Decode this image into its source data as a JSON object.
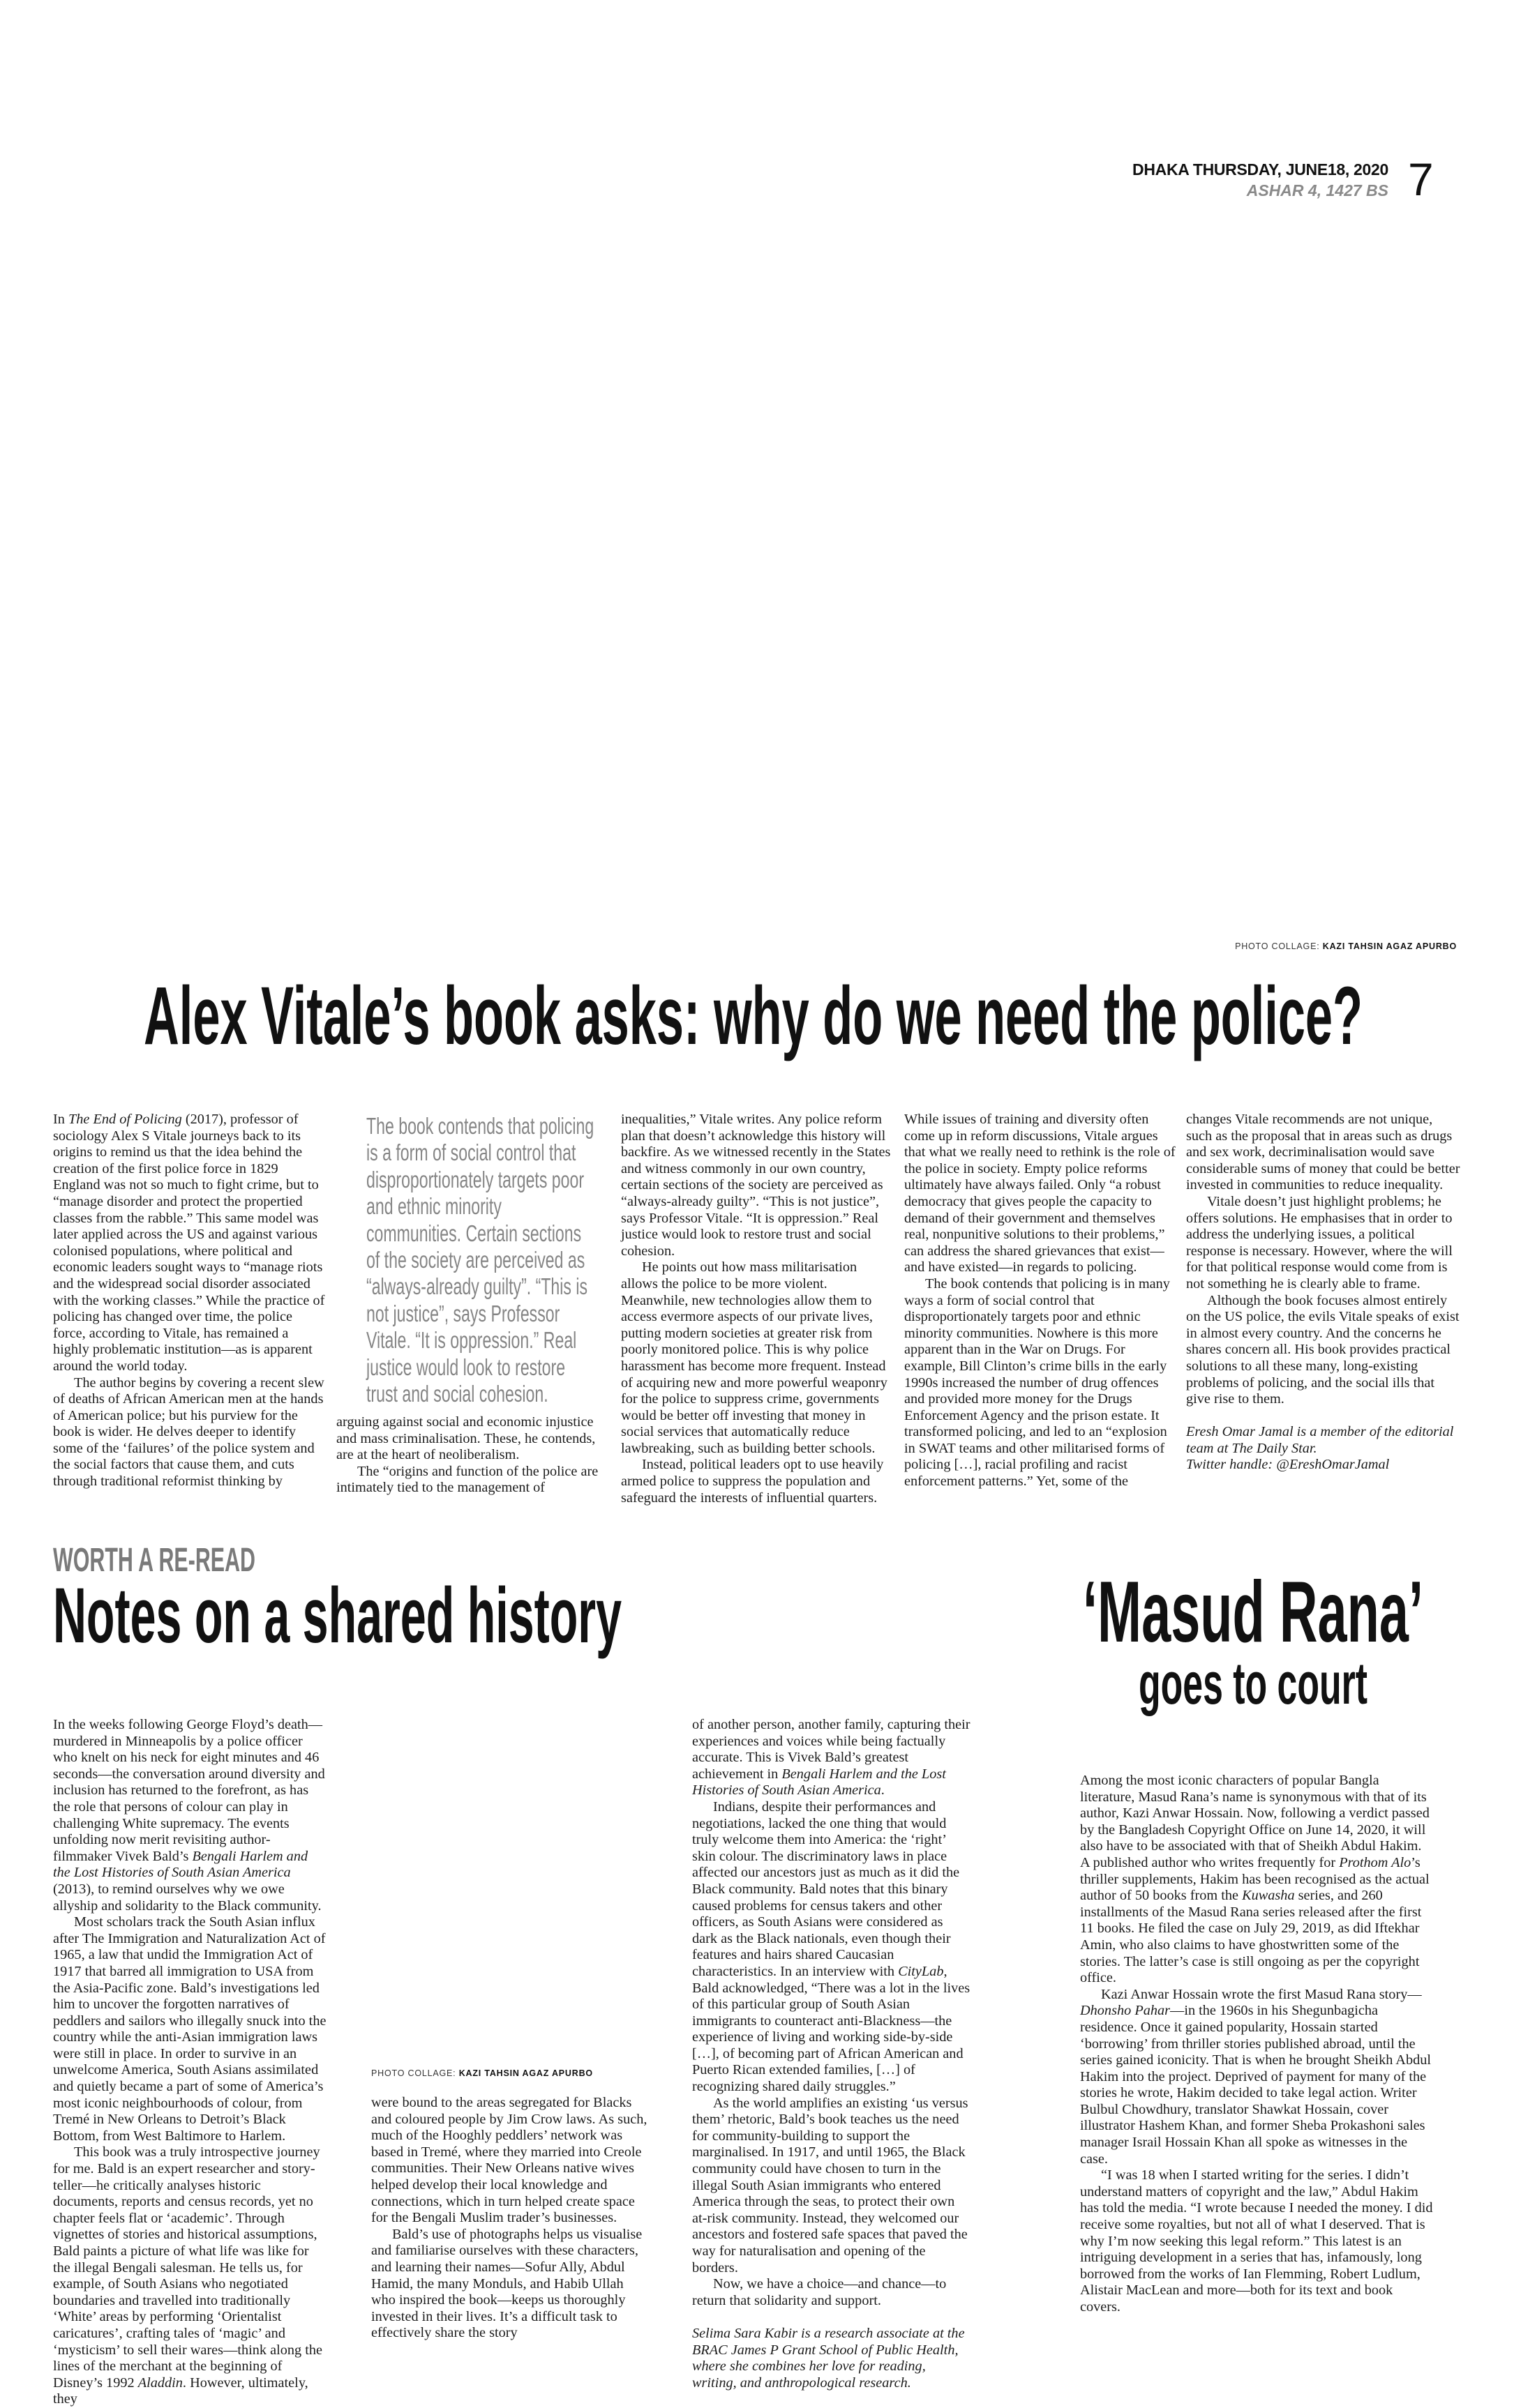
{
  "masthead": {
    "date": "DHAKA THURSDAY, JUNE18, 2020",
    "bangla_date": "ASHAR 4, 1427 BS",
    "page_number": "7"
  },
  "article1": {
    "photo_credit_label": "PHOTO COLLAGE:",
    "photo_credit_name": "KAZI TAHSIN AGAZ APURBO",
    "headline": "Alex Vitale’s book asks: why do we need the police?",
    "pull_quote": "The book contends that policing is a form of social control that disproportionately targets poor and ethnic minority communities. Certain sections of the society are perceived as “always-already guilty”. “This is not justice”, says Professor Vitale. “It is oppression.” Real justice would look to restore trust and social cohesion.",
    "columns": [
      [
        [
          "In ",
          {
            "em": "The End of Policing"
          },
          " (2017), professor of sociology Alex S Vitale journeys back to its origins to remind us that the idea behind the creation of the first police force in 1829 England was not so much to fight crime, but to “manage disorder and protect the propertied classes from the rabble.” This same model was later applied across the US and against various colonised populations, where political and economic leaders sought ways to “manage riots and the widespread social disorder associated with the working classes.” While the practice of policing has changed over time, the police force, according to Vitale, has remained a highly problematic institution—as is apparent around the world today."
        ],
        [
          "The author begins by covering a recent slew of deaths of African American men at the hands of American police; but his purview for the book is wider. He delves deeper to identify some of the ‘failures’ of the police system and the social factors that cause them, and cuts through traditional reformist thinking by"
        ]
      ],
      [
        [
          "arguing against social and economic injustice and mass criminalisation. These, he contends, are at the heart of neoliberalism."
        ],
        [
          "The “origins and function of the police are intimately tied to the management of"
        ]
      ],
      [
        [
          "inequalities,” Vitale writes. Any police reform plan that doesn’t acknowledge this history will backfire. As we witnessed recently in the States and witness commonly in our own country, certain sections of the society are perceived as “always-already guilty”. “This is not justice”, says Professor Vitale. “It is oppression.” Real justice would look to restore trust and social cohesion."
        ],
        [
          "He points out how mass militarisation allows the police to be more violent. Meanwhile, new technologies allow them to access evermore aspects of our private lives, putting modern societies at greater risk from poorly monitored police. This is why police harassment has become more frequent. Instead of acquiring new and more powerful weaponry for the police to suppress crime, governments would be better off investing that money in social services that automatically reduce lawbreaking, such as building better schools."
        ],
        [
          "Instead, political leaders opt to use heavily armed police to suppress the population and safeguard the interests of influential quarters."
        ]
      ],
      [
        [
          "While issues of training and diversity often come up in reform discussions, Vitale argues that what we really need to rethink is the role of the police in society. Empty police reforms ultimately have always failed. Only “a robust democracy that gives people the capacity to demand of their government and themselves real, nonpunitive solutions to their problems,” can address the shared grievances that exist—and have existed—in regards to policing."
        ],
        [
          "The book contends that policing is in many ways a form of social control that disproportionately targets poor and ethnic minority communities. Nowhere is this more apparent than in the War on Drugs. For example, Bill Clinton’s crime bills in the early 1990s increased the number of drug offences and provided more money for the Drugs Enforcement Agency and the prison estate. It transformed policing, and led to an “explosion in SWAT teams and other militarised forms of policing […], racial profiling and racist enforcement patterns.” Yet, some of the"
        ]
      ],
      [
        [
          "changes Vitale recommends are not unique, such as the proposal that in areas such as drugs and sex work, decriminalisation would save considerable sums of money that could be better invested in communities to reduce inequality."
        ],
        [
          "Vitale doesn’t just highlight problems; he offers solutions. He emphasises that in order to address the underlying issues, a political response is necessary. However, where the will for that political response would come from is not something he is clearly able to frame."
        ],
        [
          "Although the book focuses almost entirely on the US police, the evils Vitale speaks of exist in almost every country. And the concerns he shares concern all. His book provides practical solutions to all these many, long-existing problems of policing, and the social ills that give rise to them."
        ]
      ]
    ],
    "byline": [
      "Eresh Omar Jamal is a member of the editorial team at The Daily Star.",
      "Twitter handle: @EreshOmarJamal"
    ]
  },
  "article2": {
    "kicker": "WORTH A RE-READ",
    "headline": "Notes on a shared history",
    "photo_credit_label": "PHOTO COLLAGE:",
    "photo_credit_name": "KAZI TAHSIN AGAZ APURBO",
    "columns": [
      [
        [
          "In the weeks following George Floyd’s death—murdered in Minneapolis by a police officer who knelt on his neck for eight minutes and 46 seconds—the conversation around diversity and inclusion has returned to the forefront, as has the role that persons of colour can play in challenging White supremacy. The events unfolding now merit revisiting author-filmmaker Vivek Bald’s ",
          {
            "em": "Bengali Harlem and the Lost Histories of South Asian America"
          },
          " (2013), to remind ourselves why we owe allyship and solidarity to the Black community."
        ],
        [
          "Most scholars track the South Asian influx after The Immigration and Naturalization Act of 1965, a law that undid the Immigration Act of 1917 that barred all immigration to USA from the Asia-Pacific zone. Bald’s investigations led him to uncover the forgotten narratives of peddlers and sailors who illegally snuck into the country while the anti-Asian immigration laws were still in place. In order to survive in an unwelcome America, South Asians assimilated and quietly became a part of some of America’s most iconic neighbourhoods of colour, from Tremé in New Orleans to Detroit’s Black Bottom, from West Baltimore to Harlem."
        ],
        [
          "This book was a truly introspective journey for me. Bald is an expert researcher and story-teller—he critically analyses historic documents, reports and census records, yet no chapter feels flat or ‘academic’. Through vignettes of stories and historical assumptions, Bald paints a picture of what life was like for the illegal Bengali salesman. He tells us, for example, of South Asians who negotiated boundaries and travelled into traditionally ‘White’ areas by performing ‘Orientalist caricatures’, crafting tales of ‘magic’ and ‘mysticism’ to sell their wares—think along the lines of the merchant at the beginning of Disney’s 1992 ",
          {
            "em": "Aladdin"
          },
          ". However, ultimately, they"
        ]
      ],
      [
        [
          "were bound to the areas segregated for Blacks and coloured people by Jim Crow laws. As such, much of the Hooghly peddlers’ network was based in Tremé, where they married into Creole communities. Their New Orleans native wives helped develop their local knowledge and connections, which in turn helped create space for the Bengali Muslim trader’s businesses."
        ],
        [
          "Bald’s use of photographs helps us visualise and familiarise ourselves with these characters, and learning their names—Sofur Ally, Abdul Hamid, the many Monduls, and Habib Ullah who inspired the book—keeps us thoroughly invested in their lives. It’s a difficult task to effectively share the story"
        ]
      ],
      [
        [
          "of another person, another family, capturing their experiences and voices while being factually accurate. This is Vivek Bald’s greatest achievement in ",
          {
            "em": "Bengali Harlem and the Lost Histories of South Asian America"
          },
          "."
        ],
        [
          "Indians, despite their performances and negotiations, lacked the one thing that would truly welcome them into America: the ‘right’ skin colour. The discriminatory laws in place affected our ancestors just as much as it did the Black community. Bald notes that this binary caused problems for census takers and other officers, as South Asians were considered as dark as the Black nationals, even though their features and hairs shared Caucasian characteristics. In an interview with ",
          {
            "em": "CityLab"
          },
          ", Bald acknowledged, “There was a lot in the lives of this particular group of South Asian immigrants to counteract anti-Blackness—the experience of living and working side-by-side […], of becoming part of African American and Puerto Rican extended families, […] of recognizing shared daily struggles.”"
        ],
        [
          "As the world amplifies an existing ‘us versus them’ rhetoric, Bald’s book teaches us the need for community-building to support the marginalised. In 1917, and until 1965, the Black community could have chosen to turn in the illegal South Asian immigrants who entered America through the seas, to protect their own at-risk community. Instead, they welcomed our ancestors and fostered safe spaces that paved the way for naturalisation and opening of the borders."
        ],
        [
          "Now, we have a choice—and chance—to return that solidarity and support."
        ]
      ]
    ],
    "byline": [
      "Selima Sara Kabir is a research associate at the BRAC James P Grant School of Public Health, where she combines her love for reading, writing, and anthropological research."
    ]
  },
  "article3": {
    "headline": "‘Masud Rana’",
    "subheadline": "goes to court",
    "columns": [
      [
        [
          "Among the most iconic characters of popular Bangla literature, Masud Rana’s name is synonymous with that of its author, Kazi Anwar Hossain. Now, following a verdict passed by the Bangladesh Copyright Office on June 14, 2020, it will also have to be associated with that of Sheikh Abdul Hakim. A published author who writes frequently for ",
          {
            "em": "Prothom Alo"
          },
          "’s thriller supplements, Hakim has been recognised as the actual author of 50 books from the ",
          {
            "em": "Kuwasha"
          },
          " series, and 260 installments of the Masud Rana series released after the first 11 books. He filed the case on July 29, 2019, as did Iftekhar Amin, who also claims to have ghostwritten some of the stories. The latter’s case is still ongoing as per the copyright office."
        ],
        [
          "Kazi Anwar Hossain wrote the first Masud Rana story—",
          {
            "em": "Dhonsho Pahar"
          },
          "—in the 1960s in his Shegunbagicha residence. Once it gained popularity, Hossain started ‘borrowing’ from thriller stories published abroad, until the series gained iconicity. That is when he brought Sheikh Abdul Hakim into the project. Deprived of payment for many of the stories he wrote, Hakim decided to take legal action. Writer Bulbul Chowdhury, translator Shawkat Hossain, cover illustrator Hashem Khan, and former Sheba Prokashoni sales manager Israil Hossain Khan all spoke as witnesses in the case."
        ],
        [
          "“I was 18 when I started writing for the series. I didn’t understand matters of copyright and the law,” Abdul Hakim has told the media. “I wrote because I needed the money. I did receive some royalties, but not all of what I deserved. That is why I’m now seeking this legal reform.” This latest is an intriguing development in a series that has, infamously, long borrowed from the works of Ian Flemming, Robert Ludlum, Alistair MacLean and more—both for its text and book covers."
        ]
      ]
    ]
  }
}
